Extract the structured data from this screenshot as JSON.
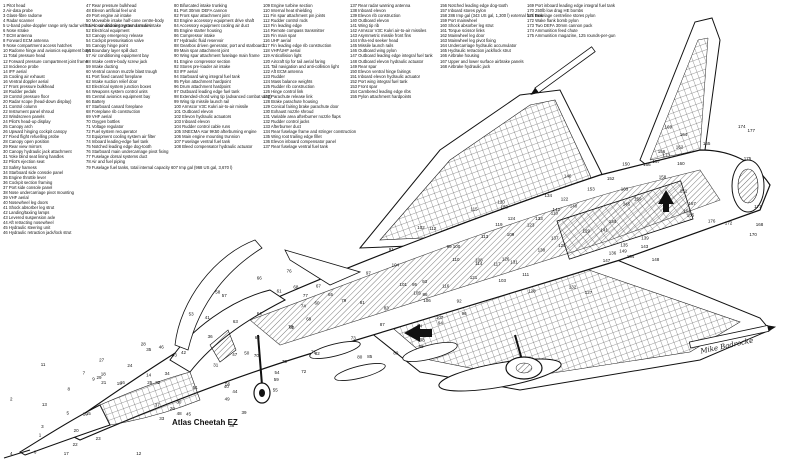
{
  "caption": "Atlas Cheetah EZ",
  "signature": "Mike Badrocke",
  "callouts": [
    "1",
    "2",
    "3",
    "4",
    "5",
    "6",
    "7",
    "8",
    "9",
    "10",
    "11",
    "12",
    "13",
    "14",
    "15",
    "16",
    "17",
    "18",
    "19",
    "20",
    "21",
    "22",
    "23",
    "24",
    "25",
    "26",
    "27",
    "28",
    "29",
    "30",
    "31",
    "32",
    "33",
    "34",
    "35",
    "36",
    "37",
    "38",
    "39",
    "40",
    "41",
    "42",
    "43",
    "44",
    "45",
    "46",
    "47",
    "48",
    "49",
    "50",
    "51",
    "52",
    "53",
    "54",
    "55",
    "56",
    "57",
    "58",
    "59",
    "60",
    "61",
    "62",
    "63",
    "64",
    "65",
    "66",
    "67",
    "68",
    "69",
    "70",
    "71",
    "72",
    "73",
    "74",
    "75",
    "76",
    "77",
    "78",
    "79",
    "80",
    "81",
    "82",
    "83",
    "84",
    "85",
    "86",
    "87",
    "88",
    "89",
    "90",
    "91",
    "92",
    "93",
    "94",
    "95",
    "96",
    "97",
    "98",
    "99",
    "100",
    "101",
    "102",
    "103",
    "104",
    "105",
    "106",
    "107",
    "108",
    "109",
    "110",
    "111",
    "112",
    "113",
    "114",
    "115",
    "116",
    "117",
    "118",
    "119",
    "120",
    "121",
    "122",
    "123",
    "124",
    "125",
    "126",
    "127",
    "128",
    "129",
    "130",
    "131",
    "132",
    "133",
    "134",
    "135",
    "136",
    "137",
    "138",
    "139",
    "140",
    "141",
    "142",
    "143",
    "144",
    "145",
    "146",
    "147",
    "148",
    "149",
    "150",
    "151",
    "152",
    "153",
    "154",
    "155",
    "156",
    "157",
    "158",
    "159",
    "160",
    "161",
    "162",
    "163",
    "164",
    "165",
    "166",
    "167",
    "168",
    "169",
    "170",
    "171",
    "172",
    "173",
    "174",
    "175",
    "176",
    "177"
  ],
  "legend_columns": [
    [
      "1 Pitot head",
      "2 Air-data probe",
      "3 Glass-fibre radome",
      "4 Radar scanner",
      "5 U-band pulse-doppler range only radar with air-to-air and air-to-ground modes",
      "6 Nose strake",
      "7 ECM antenna",
      "8 Forward ECM antenna",
      "9 Nose compartment access hatches",
      "10 Radome hinge and avionics equipment bays",
      "11 Total pressure head",
      "12 Forward pressure compartment joint frame",
      "13 Incidence probe",
      "14 IFF aerial",
      "15 Cooling air exhaust",
      "16 Ventral doppler aerial",
      "17 Front pressure bulkhead",
      "18 Rudder pedals",
      "19 Control pressure floor",
      "20 Radar scope (head-down display)",
      "21 Control column",
      "22 Instrument panel shroud",
      "23 Windscreen panels",
      "24 Pilot's head-up display",
      "25 Canopy arch",
      "26 Upward hinging cockpit canopy",
      "27 Fixed flight refuelling probe",
      "28 Canopy open position",
      "29 Rear view mirrors",
      "30 Canopy hydraulic jack attachment",
      "31 Yoke blind seat lining handles",
      "32 Pilot's ejection seat",
      "33 Safety harness",
      "34 Starboard side console panel",
      "35 Engine throttle lever",
      "36 Cockpit section framing",
      "37 Port side console panel",
      "38 Nose undercarriage pivot mounting",
      "39 VHF aerial",
      "40 Nosewheel leg doors",
      "41 Shock absorber leg strut",
      "42 Landing/taxiing lamps",
      "43 Levered suspension axle",
      "44 Aft retracting nosewheel",
      "45 Hydraulic steering unit",
      "46 Hydraulic retraction jack/lock strut"
    ],
    [
      "47 Rear pressure bulkhead",
      "48 Elevon artificial feel unit",
      "49 Port engine air intake",
      "50 Moveable intake half-cone centre-body",
      "51 Air conditioning system ram air intake",
      "52 Electrical equipment",
      "53 Canopy emergency release",
      "54 Cockpit pressurisation valve",
      "55 Canopy hinge point",
      "56 Boundary layer spill duct",
      "57 Air conditioning equipment bay",
      "58 Intake centre-body screw jack",
      "59 Intake ducting",
      "60 Ventral cannon muzzle blast trough",
      "61 Port fixed canard foreplane",
      "62 Intake suction relief door",
      "63 Electrical system junction boxes",
      "64 Weapons system control units",
      "65 Central avionics equipment bay",
      "66 Battery",
      "67 Starboard canard foreplane",
      "68 Foreplane rib construction",
      "69 VHF aerial",
      "70 Oxygen bottles",
      "71 Voltage regulator",
      "72 Fuel system recuperator",
      "73 Equipment cooling system air filter",
      "74 Inboard leading-edge fuel tank",
      "75 Notched leading edge dog-tooth",
      "76 Starboard main undercarriage pivot fixing",
      "77 Fuselage dorsal systems duct",
      "78 Air and fuel piping",
      "79 Fuselage fuel tanks, total internal capacity 607 Imp gal (968 US gal, 3,670 l)"
    ],
    [
      "80 Bifurcated intake trunking",
      "81 Port 30mm DEFA cannon",
      "82 Front spar attachment joint",
      "83 Engine accessory equipment drive shaft",
      "84 Accessory equipment cooling air duct",
      "85 Engine starter housing",
      "86 Compressor intake",
      "87 Hydraulic fluid reservoir",
      "88 Gearbox driven generator, port and starboard",
      "89 Main spar attachment joint",
      "90 Wing spar attachment fuselage main frame",
      "91 Engine compressor section",
      "92 Stores pre-loader air intake",
      "93 IFF aerial",
      "94 Starboard wing integral fuel tank",
      "95 Pylon attachment hardpoint",
      "96 Drum attachment hardpoint",
      "97 Outboard leading edge fuel tank",
      "98 Extended-chord wing tip (advanced combat wing)",
      "99 Wing tip missile launch rail",
      "100 Armscor V3C Kukri air-to-air missile",
      "101 Outboard elevon",
      "102 Elevon hydraulic actuators",
      "103 Inboard elevon",
      "104 Rudder control cable runs",
      "105 SNECMA Atar 9K50 afterburning engine",
      "106 Main engine mounting trunnion",
      "107 Fuselage ventral fuel tank",
      "108 Bleed compensator hydraulic actuator"
    ],
    [
      "109 Engine turbine section",
      "110 Internal heat shielding",
      "111 Fin spar attachment pin joints",
      "112 Rudder control rods",
      "113 Fin leading edge",
      "114 Remote compass transmitter",
      "115 Fin main spar",
      "116 UHF aerial",
      "117 Fin leading edge rib construction",
      "118 VHF/UHF aerial",
      "119 Anticollision light",
      "120 Aircraft tip for tail aerial faring",
      "121 Tail navigation and anti-collision light",
      "122 Aft ECM antenna",
      "123 Rudder",
      "124 Mass balance weights",
      "125 Rudder rib construction",
      "126 Hinge control link",
      "127 Parachute release link",
      "128 Brake parachute housing",
      "129 Conical fairing brake parachute door",
      "130 Exhaust nozzle shroud",
      "131 Variable area afterburner nozzle flaps",
      "132 Rudder control jacks",
      "133 Afterburner duct",
      "134 Rear fuselage frame and stringer construction",
      "135 Wing root trailing edge fillet",
      "136 Elevon inboard compensator panel",
      "137 Rear fuselage ventral fuel tank"
    ],
    [
      "137 Rear radar warning antenna",
      "138 Inboard elevon",
      "139 Elevon rib construction",
      "140 Outboard elevon",
      "141 Wing tip rib",
      "142 Armscor V3C Kukri air-to-air missiles",
      "143 Asymmetric missile front fins",
      "144 Infra-red seeker head",
      "145 Missile launch rails",
      "146 Outboard wing pylon",
      "147 Outboard leading edge integral fuel tank",
      "148 Outboard elevon hydraulic actuator",
      "149 Rear spar",
      "150 Elevon ventral hinge fairings",
      "151 Inboard elevon hydraulic actuator",
      "152 Port wing integral fuel tank",
      "153 Front spar",
      "154 Cambered leading edge ribs",
      "155 Pylon attachment hardpoints"
    ],
    [
      "156 Notched leading edge dog-tooth",
      "157 Inboard stores pylon",
      "158 286 Imp gal (343 US gal, 1,300 l) external fuel tank",
      "159 Port mainwheel",
      "160 Shock absorber leg strut",
      "161 Torque scissor links",
      "162 Mainwheel leg door",
      "163 Mainwheel leg pivot fixing",
      "164 Undercarriage hydraulic accumulator",
      "165 Hydraulic retraction jack/lock strut",
      "166 Airbrake housing",
      "167 Upper and lower surface airbrake panels",
      "168 Airbrake hydraulic jack"
    ],
    [
      "169 Port inboard leading edge integral fuel tank",
      "170 250lb low drag HE bombs",
      "171 Fuselage centreline stores pylon",
      "172 Wake flank bomb pylon",
      "173 Two DEFA 30mm cannon pack",
      "174 Ammunition feed chute",
      "175 Ammunition magazine, 125 rounds-per-gun"
    ]
  ]
}
